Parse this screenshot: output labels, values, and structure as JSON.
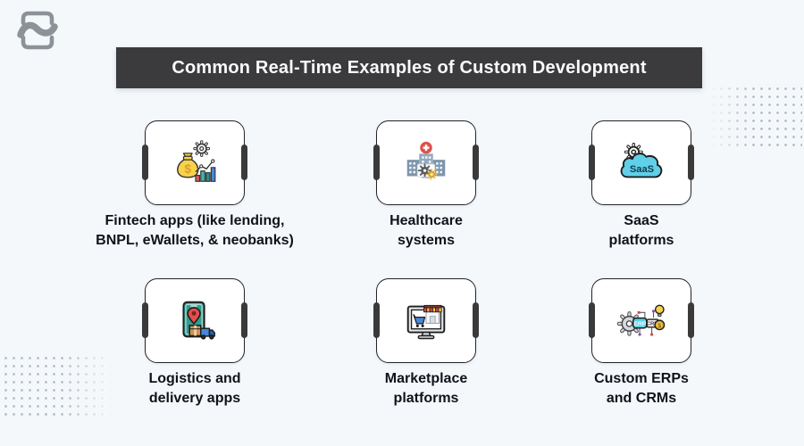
{
  "page": {
    "background_color": "#f4f8fb",
    "dot_pattern_color": "#a9b0b8"
  },
  "header": {
    "title": "Common Real-Time Examples of Custom Development",
    "bar_color": "#3b3b3d",
    "text_color": "#fafafa"
  },
  "card_style": {
    "fill": "#ffffff",
    "border_color": "#24242a",
    "handle_color": "#3a3a3a",
    "label_color": "#10131a"
  },
  "cards": [
    {
      "id": "fintech",
      "icon": "fintech-money-growth-icon",
      "lines": [
        "Fintech apps (like lending,",
        "BNPL, eWallets, & neobanks)"
      ]
    },
    {
      "id": "healthcare",
      "icon": "hospital-gear-icon",
      "lines": [
        "Healthcare",
        "systems"
      ]
    },
    {
      "id": "saas",
      "icon": "saas-cloud-gear-icon",
      "lines": [
        "SaaS",
        "platforms"
      ]
    },
    {
      "id": "logistics",
      "icon": "phone-tracking-delivery-icon",
      "lines": [
        "Logistics and",
        "delivery apps"
      ]
    },
    {
      "id": "marketplace",
      "icon": "ecommerce-monitor-icon",
      "lines": [
        "Marketplace",
        "platforms"
      ]
    },
    {
      "id": "erp-crm",
      "icon": "erp-crm-gear-icon",
      "lines": [
        "Custom ERPs",
        "and CRMs"
      ]
    }
  ],
  "icon_texts": {
    "saas": "SaaS",
    "erp": "ERP",
    "crm": "CRM",
    "bag_dollar": "$",
    "coin_dollar": "$"
  }
}
